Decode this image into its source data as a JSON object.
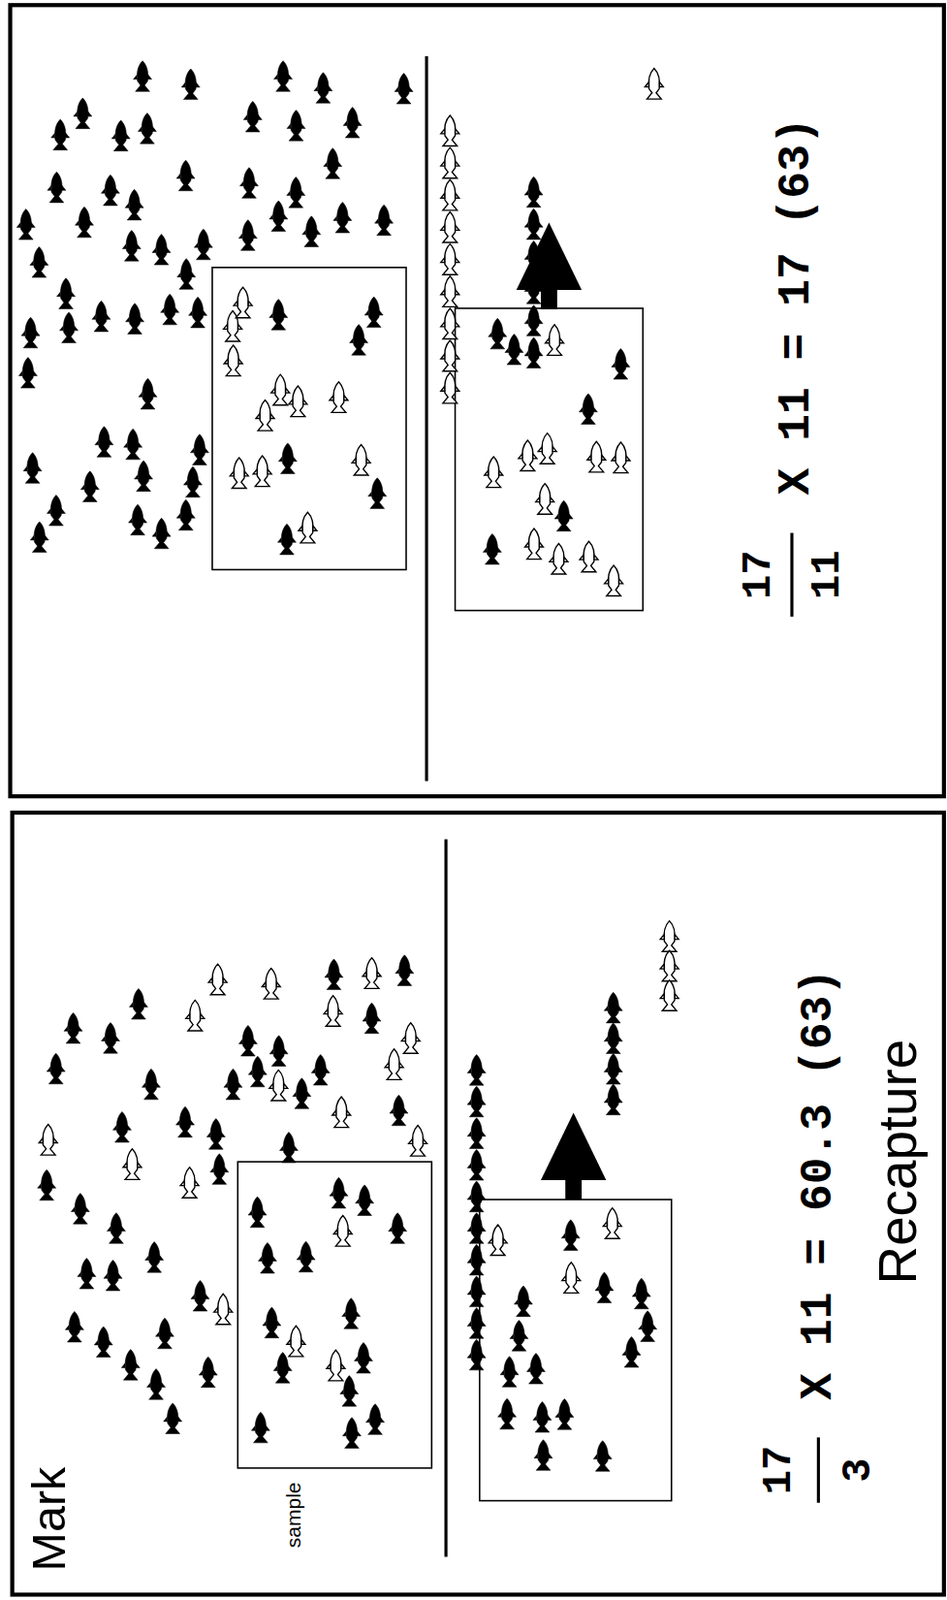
{
  "diagram": {
    "labels": [
      "17",
      "11",
      "X 11 = 17 (63)",
      "Mark",
      "sample",
      "17",
      "3",
      "X 11 = 60.3 (63)",
      "Recapture"
    ]
  }
}
